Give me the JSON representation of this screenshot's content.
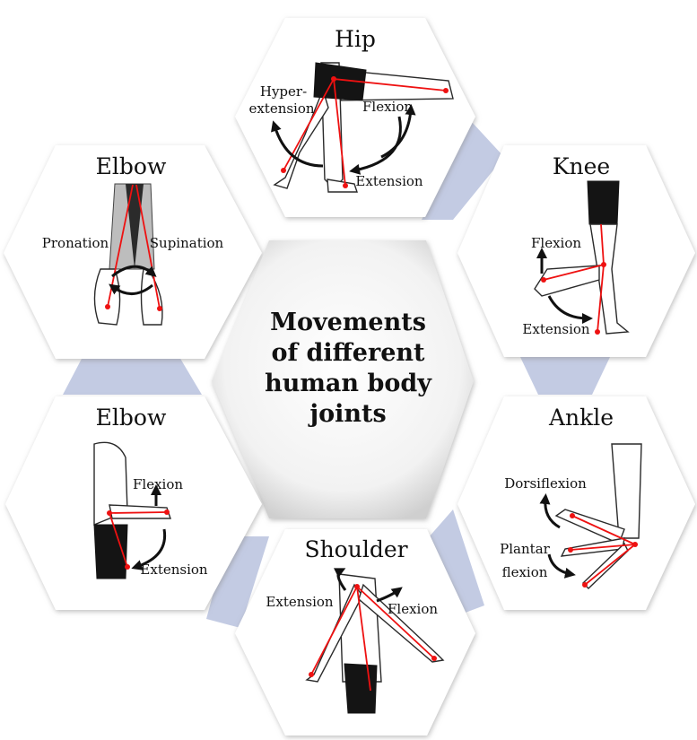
{
  "center": {
    "lines": [
      "Movements",
      "of different",
      "human body",
      "joints"
    ]
  },
  "joints": {
    "hip": {
      "title": "Hip",
      "labels": [
        "Hyper-",
        "extension",
        "Flexion",
        "Extension"
      ]
    },
    "knee": {
      "title": "Knee",
      "labels": [
        "Flexion",
        "Extension"
      ]
    },
    "elbow_rotation": {
      "title": "Elbow",
      "labels": [
        "Pronation",
        "Supination"
      ]
    },
    "elbow_flexion": {
      "title": "Elbow",
      "labels": [
        "Flexion",
        "Extension"
      ]
    },
    "ankle": {
      "title": "Ankle",
      "labels": [
        "Dorsiflexion",
        "Plantar",
        "flexion"
      ]
    },
    "shoulder": {
      "title": "Shoulder",
      "labels": [
        "Extension",
        "Flexion"
      ]
    }
  },
  "colors": {
    "connector": "#c3cbe3",
    "hex_fill": "#ffffff",
    "hex_shadow": "#b5b5b5",
    "skeleton": "#ee1111",
    "text": "#111111"
  }
}
